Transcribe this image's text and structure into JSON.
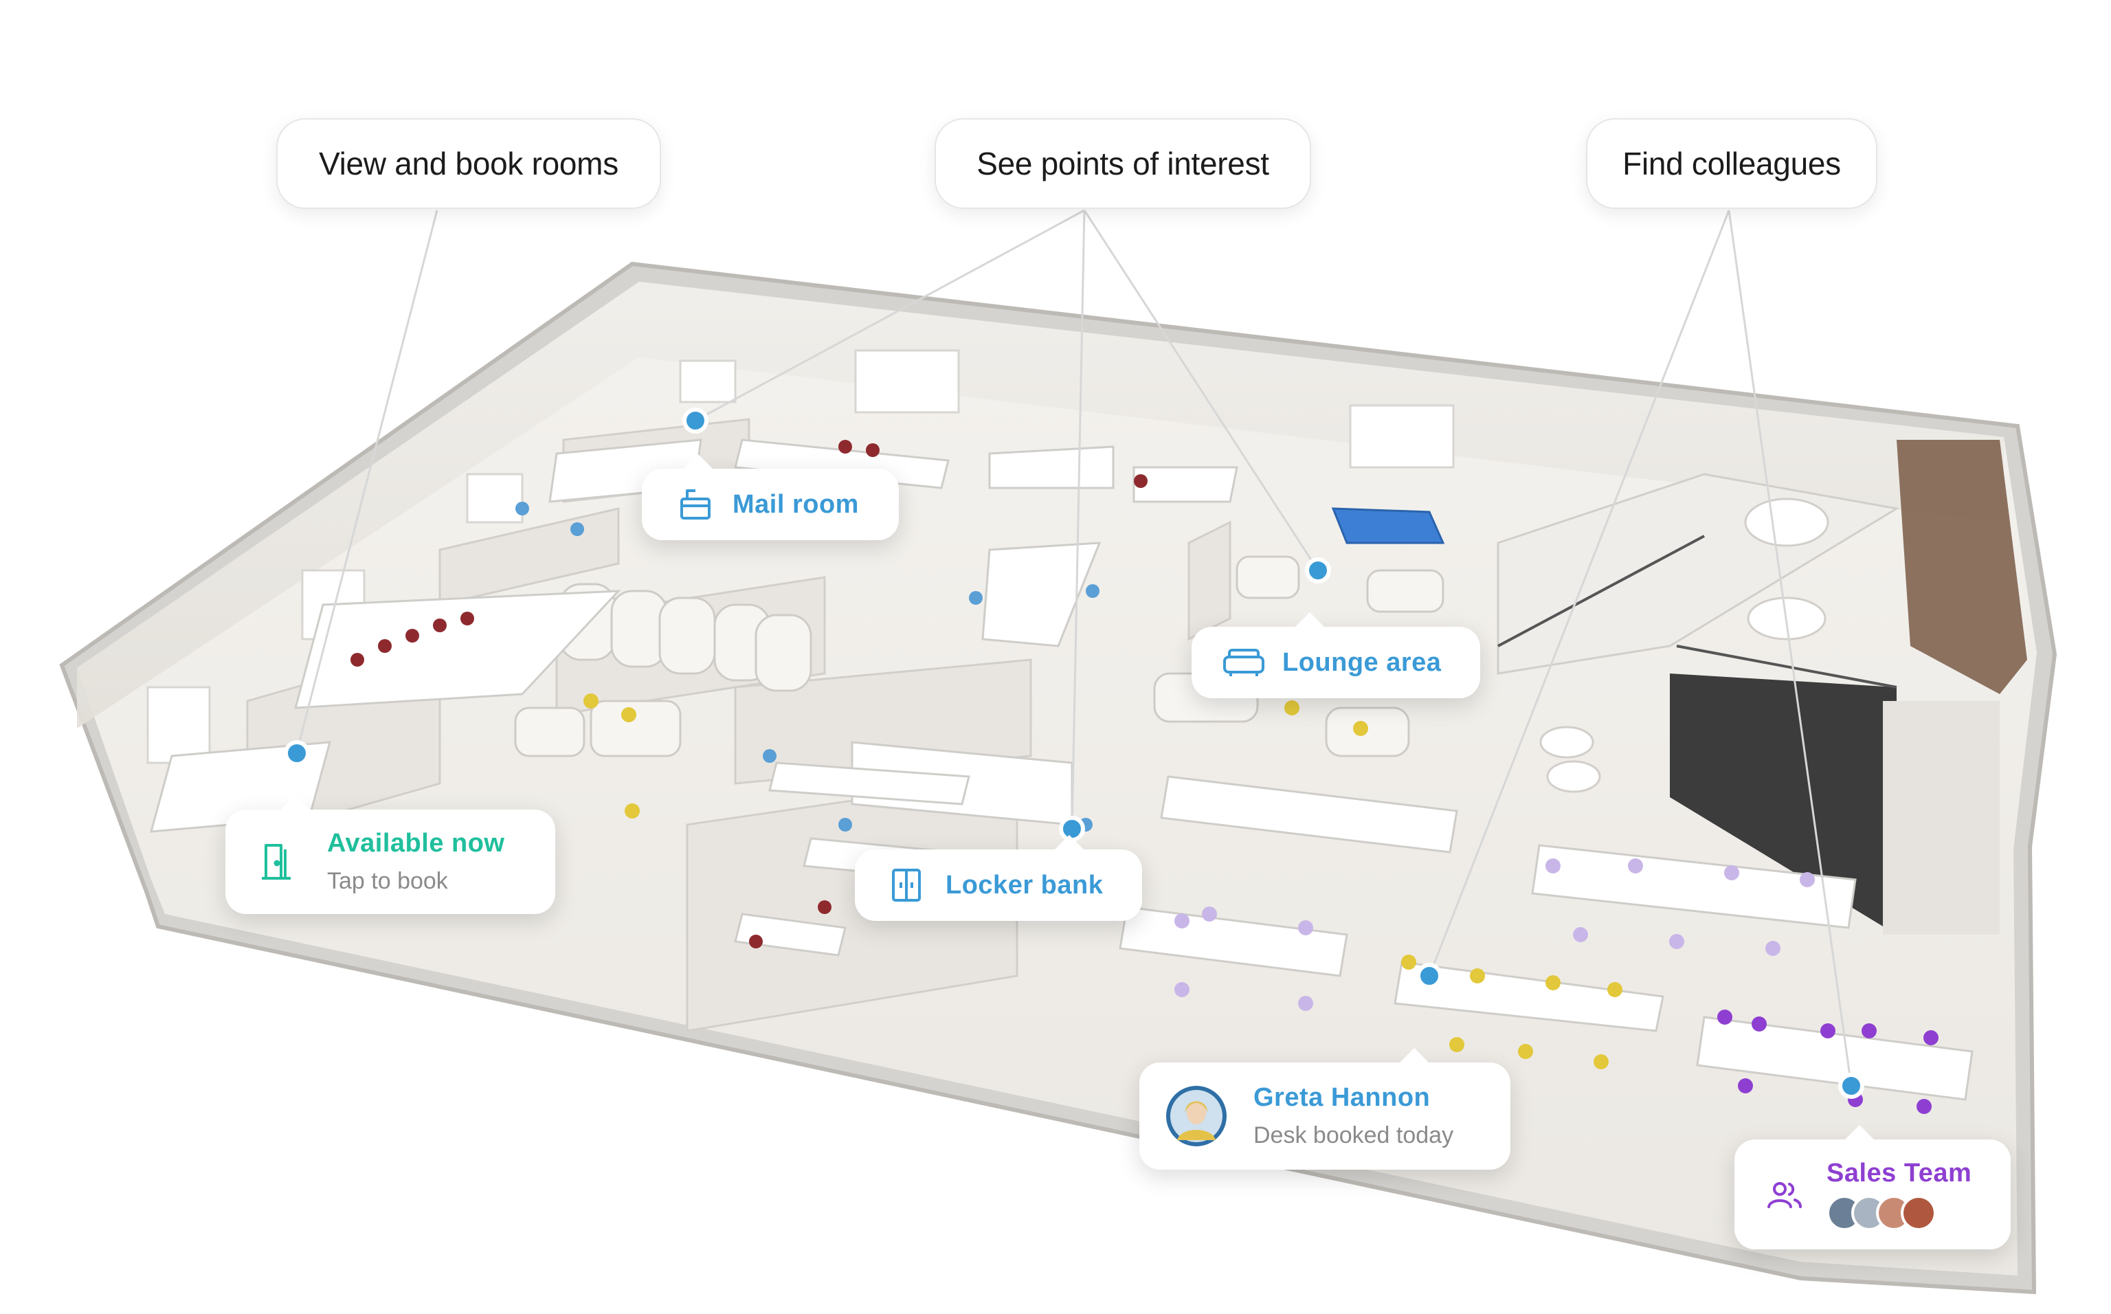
{
  "callouts": {
    "rooms": "View and book rooms",
    "poi": "See points of interest",
    "colleagues": "Find colleagues"
  },
  "cards": {
    "mail_room": {
      "title": "Mail room",
      "icon": "mailbox-icon"
    },
    "lounge": {
      "title": "Lounge area",
      "icon": "sofa-icon"
    },
    "available": {
      "title": "Available now",
      "subtitle": "Tap to book",
      "icon": "door-icon"
    },
    "locker": {
      "title": "Locker bank",
      "icon": "locker-icon"
    },
    "greta": {
      "title": "Greta Hannon",
      "subtitle": "Desk booked today",
      "icon": "avatar"
    },
    "sales": {
      "title": "Sales Team",
      "icon": "people-icon"
    }
  },
  "colors": {
    "pin_blue": "#3a9ad6",
    "available_green": "#1fbf9c",
    "sales_purple": "#8e3fd1"
  }
}
